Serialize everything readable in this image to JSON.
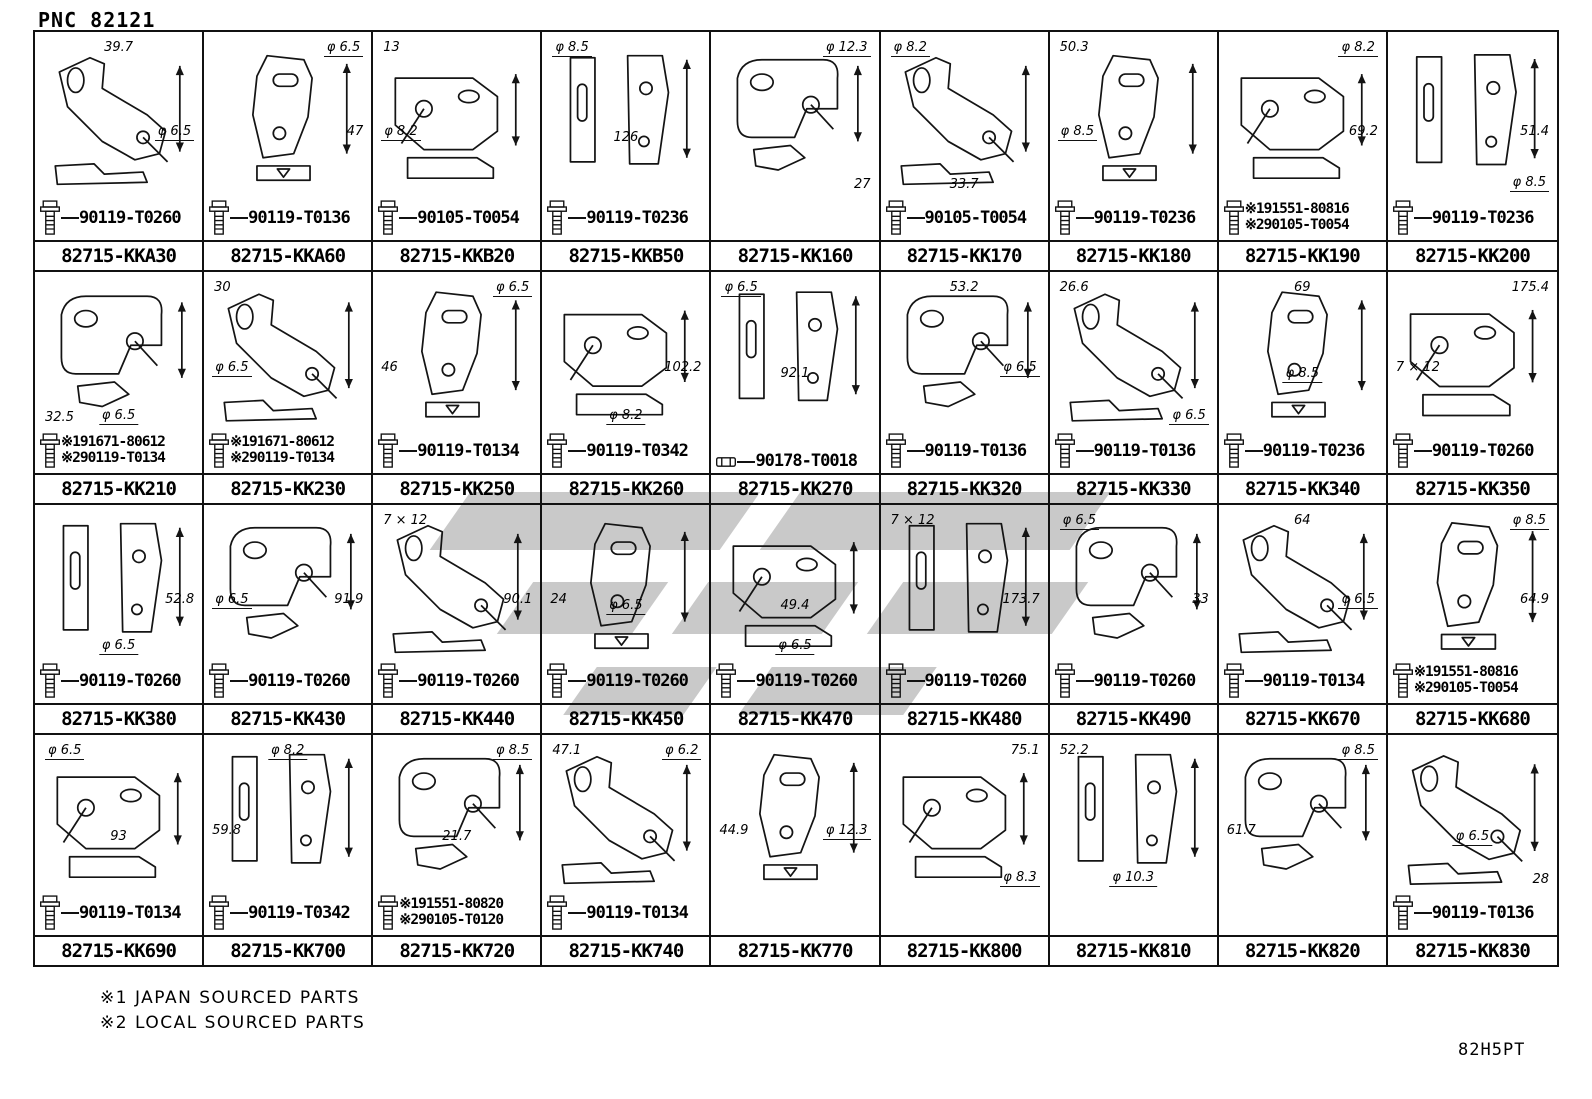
{
  "header": {
    "pnc_label": "PNC 82121"
  },
  "footer": {
    "note1": "※1 JAPAN SOURCED PARTS",
    "note2": "※2 LOCAL SOURCED PARTS",
    "page_code": "82H5PT"
  },
  "watermark": {
    "color": "#c9c9c9"
  },
  "line_color": "#111111",
  "cells": [
    {
      "part": "82715-KKA30",
      "fastener_icon": "bolt-icon",
      "fasteners": [
        "90119-T0260"
      ],
      "dims": [
        {
          "text": "39.7",
          "pos": "tc"
        },
        {
          "text": "φ 6.5",
          "pos": "mr"
        }
      ]
    },
    {
      "part": "82715-KKA60",
      "fastener_icon": "bolt-icon",
      "fasteners": [
        "90119-T0136"
      ],
      "dims": [
        {
          "text": "φ 6.5",
          "pos": "tr"
        },
        {
          "text": "47",
          "pos": "mr"
        }
      ]
    },
    {
      "part": "82715-KKB20",
      "fastener_icon": "bolt-icon",
      "fasteners": [
        "90105-T0054"
      ],
      "dims": [
        {
          "text": "13",
          "pos": "tl"
        },
        {
          "text": "φ 8.2",
          "pos": "ml"
        }
      ]
    },
    {
      "part": "82715-KKB50",
      "fastener_icon": "bolt-icon",
      "fasteners": [
        "90119-T0236"
      ],
      "dims": [
        {
          "text": "φ 8.5",
          "pos": "tl"
        },
        {
          "text": "126",
          "pos": "mc"
        }
      ]
    },
    {
      "part": "82715-KK160",
      "fastener_icon": null,
      "fasteners": [],
      "dims": [
        {
          "text": "φ 12.3",
          "pos": "tr"
        },
        {
          "text": "27",
          "pos": "br"
        }
      ]
    },
    {
      "part": "82715-KK170",
      "fastener_icon": "bolt-icon",
      "fasteners": [
        "90105-T0054"
      ],
      "dims": [
        {
          "text": "φ 8.2",
          "pos": "tl"
        },
        {
          "text": "33.7",
          "pos": "bc"
        }
      ]
    },
    {
      "part": "82715-KK180",
      "fastener_icon": "bolt-icon",
      "fasteners": [
        "90119-T0236"
      ],
      "dims": [
        {
          "text": "50.3",
          "pos": "tl"
        },
        {
          "text": "φ 8.5",
          "pos": "ml"
        }
      ]
    },
    {
      "part": "82715-KK190",
      "fastener_icon": "bolt-icon",
      "fasteners": [
        "※191551-80816",
        "※290105-T0054"
      ],
      "dims": [
        {
          "text": "φ 8.2",
          "pos": "tr"
        },
        {
          "text": "69.2",
          "pos": "mr"
        }
      ]
    },
    {
      "part": "82715-KK200",
      "fastener_icon": "bolt-icon",
      "fasteners": [
        "90119-T0236"
      ],
      "dims": [
        {
          "text": "51.4",
          "pos": "mr"
        },
        {
          "text": "φ 8.5",
          "pos": "br"
        }
      ]
    },
    {
      "part": "82715-KK210",
      "fastener_icon": "bolt-icon",
      "fasteners": [
        "※191671-80612",
        "※290119-T0134"
      ],
      "dims": [
        {
          "text": "32.5",
          "pos": "bl"
        },
        {
          "text": "φ 6.5",
          "pos": "bc"
        }
      ]
    },
    {
      "part": "82715-KK230",
      "fastener_icon": "bolt-icon",
      "fasteners": [
        "※191671-80612",
        "※290119-T0134"
      ],
      "dims": [
        {
          "text": "30",
          "pos": "tl"
        },
        {
          "text": "φ 6.5",
          "pos": "ml"
        }
      ]
    },
    {
      "part": "82715-KK250",
      "fastener_icon": "bolt-icon",
      "fasteners": [
        "90119-T0134"
      ],
      "dims": [
        {
          "text": "φ 6.5",
          "pos": "tr"
        },
        {
          "text": "46",
          "pos": "ml"
        }
      ]
    },
    {
      "part": "82715-KK260",
      "fastener_icon": "bolt-icon",
      "fasteners": [
        "90119-T0342"
      ],
      "dims": [
        {
          "text": "102.2",
          "pos": "mr"
        },
        {
          "text": "φ 8.2",
          "pos": "bc"
        }
      ]
    },
    {
      "part": "82715-KK270",
      "fastener_icon": "nut-icon",
      "fasteners": [
        "90178-T0018"
      ],
      "dims": [
        {
          "text": "φ 6.5",
          "pos": "tl"
        },
        {
          "text": "92.1",
          "pos": "mc"
        }
      ]
    },
    {
      "part": "82715-KK320",
      "fastener_icon": "bolt-icon",
      "fasteners": [
        "90119-T0136"
      ],
      "dims": [
        {
          "text": "53.2",
          "pos": "tc"
        },
        {
          "text": "φ 6.5",
          "pos": "mr"
        }
      ]
    },
    {
      "part": "82715-KK330",
      "fastener_icon": "bolt-icon",
      "fasteners": [
        "90119-T0136"
      ],
      "dims": [
        {
          "text": "26.6",
          "pos": "tl"
        },
        {
          "text": "φ 6.5",
          "pos": "br"
        }
      ]
    },
    {
      "part": "82715-KK340",
      "fastener_icon": "bolt-icon",
      "fasteners": [
        "90119-T0236"
      ],
      "dims": [
        {
          "text": "69",
          "pos": "tc"
        },
        {
          "text": "φ 8.5",
          "pos": "mc"
        }
      ]
    },
    {
      "part": "82715-KK350",
      "fastener_icon": "bolt-icon",
      "fasteners": [
        "90119-T0260"
      ],
      "dims": [
        {
          "text": "175.4",
          "pos": "tr"
        },
        {
          "text": "7 × 12",
          "pos": "ml"
        }
      ]
    },
    {
      "part": "82715-KK380",
      "fastener_icon": "bolt-icon",
      "fasteners": [
        "90119-T0260"
      ],
      "dims": [
        {
          "text": "52.8",
          "pos": "mr"
        },
        {
          "text": "φ 6.5",
          "pos": "bc"
        }
      ]
    },
    {
      "part": "82715-KK430",
      "fastener_icon": "bolt-icon",
      "fasteners": [
        "90119-T0260"
      ],
      "dims": [
        {
          "text": "91.9",
          "pos": "mr"
        },
        {
          "text": "φ 6.5",
          "pos": "ml"
        }
      ]
    },
    {
      "part": "82715-KK440",
      "fastener_icon": "bolt-icon",
      "fasteners": [
        "90119-T0260"
      ],
      "dims": [
        {
          "text": "7 × 12",
          "pos": "tl"
        },
        {
          "text": "90.1",
          "pos": "mr"
        }
      ]
    },
    {
      "part": "82715-KK450",
      "fastener_icon": "bolt-icon",
      "fasteners": [
        "90119-T0260"
      ],
      "dims": [
        {
          "text": "24",
          "pos": "ml"
        },
        {
          "text": "φ 6.5",
          "pos": "mc"
        }
      ]
    },
    {
      "part": "82715-KK470",
      "fastener_icon": "bolt-icon",
      "fasteners": [
        "90119-T0260"
      ],
      "dims": [
        {
          "text": "49.4",
          "pos": "mc"
        },
        {
          "text": "φ 6.5",
          "pos": "bc"
        }
      ]
    },
    {
      "part": "82715-KK480",
      "fastener_icon": "bolt-icon",
      "fasteners": [
        "90119-T0260"
      ],
      "dims": [
        {
          "text": "7 × 12",
          "pos": "tl"
        },
        {
          "text": "173.7",
          "pos": "mr"
        }
      ]
    },
    {
      "part": "82715-KK490",
      "fastener_icon": "bolt-icon",
      "fasteners": [
        "90119-T0260"
      ],
      "dims": [
        {
          "text": "φ 6.5",
          "pos": "tl"
        },
        {
          "text": "33",
          "pos": "mr"
        }
      ]
    },
    {
      "part": "82715-KK670",
      "fastener_icon": "bolt-icon",
      "fasteners": [
        "90119-T0134"
      ],
      "dims": [
        {
          "text": "64",
          "pos": "tc"
        },
        {
          "text": "φ 6.5",
          "pos": "mr"
        }
      ]
    },
    {
      "part": "82715-KK680",
      "fastener_icon": "bolt-icon",
      "fasteners": [
        "※191551-80816",
        "※290105-T0054"
      ],
      "dims": [
        {
          "text": "φ 8.5",
          "pos": "tr"
        },
        {
          "text": "64.9",
          "pos": "mr"
        }
      ]
    },
    {
      "part": "82715-KK690",
      "fastener_icon": "bolt-icon",
      "fasteners": [
        "90119-T0134"
      ],
      "dims": [
        {
          "text": "φ 6.5",
          "pos": "tl"
        },
        {
          "text": "93",
          "pos": "mc"
        }
      ]
    },
    {
      "part": "82715-KK700",
      "fastener_icon": "bolt-icon",
      "fasteners": [
        "90119-T0342"
      ],
      "dims": [
        {
          "text": "φ 8.2",
          "pos": "tc"
        },
        {
          "text": "59.8",
          "pos": "ml"
        }
      ]
    },
    {
      "part": "82715-KK720",
      "fastener_icon": "bolt-icon",
      "fasteners": [
        "※191551-80820",
        "※290105-T0120"
      ],
      "dims": [
        {
          "text": "φ 8.5",
          "pos": "tr"
        },
        {
          "text": "21.7",
          "pos": "mc"
        }
      ]
    },
    {
      "part": "82715-KK740",
      "fastener_icon": "bolt-icon",
      "fasteners": [
        "90119-T0134"
      ],
      "dims": [
        {
          "text": "47.1",
          "pos": "tl"
        },
        {
          "text": "φ 6.2",
          "pos": "tr"
        }
      ]
    },
    {
      "part": "82715-KK770",
      "fastener_icon": null,
      "fasteners": [],
      "dims": [
        {
          "text": "44.9",
          "pos": "ml"
        },
        {
          "text": "φ 12.3",
          "pos": "mr"
        }
      ]
    },
    {
      "part": "82715-KK800",
      "fastener_icon": null,
      "fasteners": [],
      "dims": [
        {
          "text": "75.1",
          "pos": "tr"
        },
        {
          "text": "φ 8.3",
          "pos": "br"
        }
      ]
    },
    {
      "part": "82715-KK810",
      "fastener_icon": null,
      "fasteners": [],
      "dims": [
        {
          "text": "52.2",
          "pos": "tl"
        },
        {
          "text": "φ 10.3",
          "pos": "bc"
        }
      ]
    },
    {
      "part": "82715-KK820",
      "fastener_icon": null,
      "fasteners": [],
      "dims": [
        {
          "text": "φ 8.5",
          "pos": "tr"
        },
        {
          "text": "61.7",
          "pos": "ml"
        }
      ]
    },
    {
      "part": "82715-KK830",
      "fastener_icon": "bolt-icon",
      "fasteners": [
        "90119-T0136"
      ],
      "dims": [
        {
          "text": "φ 6.5",
          "pos": "mc"
        },
        {
          "text": "28",
          "pos": "br"
        }
      ]
    }
  ]
}
